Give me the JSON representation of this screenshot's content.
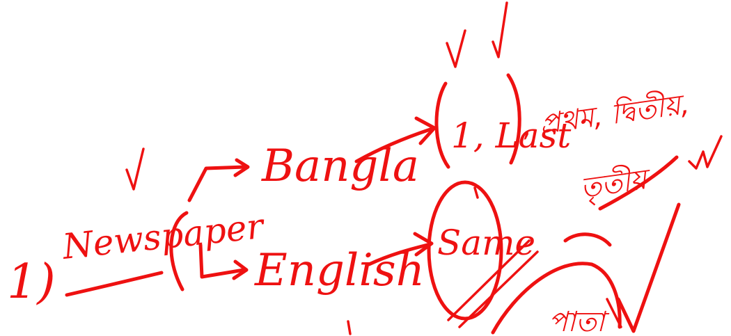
{
  "notes": {
    "item_number": "1)",
    "topic": "Newspaper",
    "branch_1": "Bangla",
    "branch_2": "English",
    "bangla_pages": "1, Last",
    "bangla_extra_1": ", প্রথম, দ্বিতীয়,",
    "bangla_extra_2": "তৃতীয়",
    "english_pages": "Same",
    "bottom_word": "পাতা",
    "ink_color": "#ee1111"
  }
}
